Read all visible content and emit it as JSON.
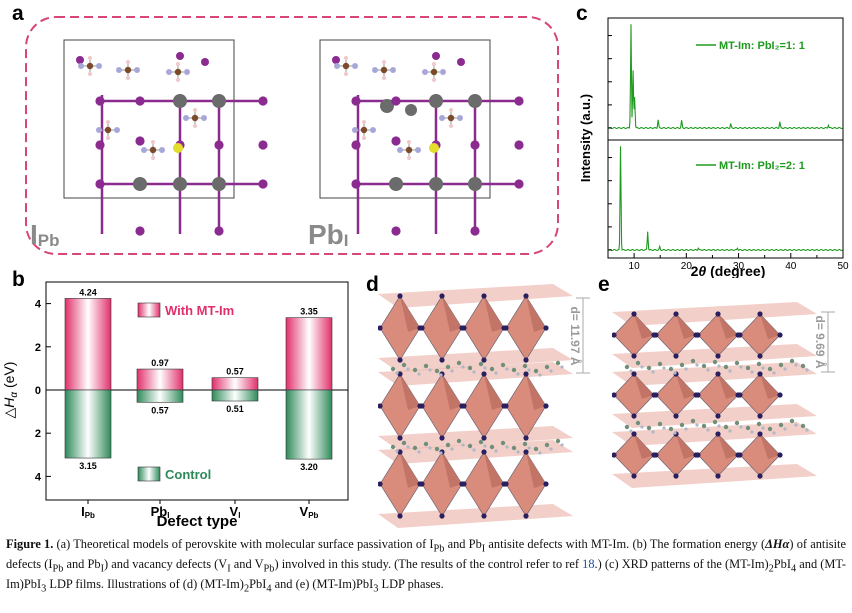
{
  "panel_labels": {
    "a": "a",
    "b": "b",
    "c": "c",
    "d": "d",
    "e": "e"
  },
  "panel_a": {
    "left_label_main": "I",
    "left_label_sub": "Pb",
    "right_label_main": "Pb",
    "right_label_sub": "I",
    "colors": {
      "border": "#d6467a",
      "pb": "#6b6b6b",
      "iodine": "#8b2a8f",
      "sulfur": "#e3de2a",
      "carbon": "#7a4a2a",
      "nitrogen": "#a7a8d8",
      "hydrogen": "#f0c8c8"
    }
  },
  "panel_b": {
    "ylabel_prefix": "△",
    "ylabel_var": "H",
    "ylabel_sub": "α",
    "ylabel_unit": " (eV)",
    "xlabel": "Defect type",
    "legend_with": "With MT-Im",
    "legend_control": "Control",
    "chart_data": {
      "type": "bar",
      "categories": [
        {
          "main": "I",
          "sub": "Pb"
        },
        {
          "main": "Pb",
          "sub": "I"
        },
        {
          "main": "V",
          "sub": "I"
        },
        {
          "main": "V",
          "sub": "Pb"
        }
      ],
      "series": [
        {
          "name": "With MT-Im",
          "values": [
            4.24,
            0.97,
            0.57,
            3.35
          ],
          "labels": [
            "4.24",
            "0.97",
            "0.57",
            "3.35"
          ],
          "color": "#e0306a"
        },
        {
          "name": "Control",
          "values": [
            3.15,
            0.57,
            0.51,
            3.2
          ],
          "labels": [
            "3.15",
            "0.57",
            "0.51",
            "3.20"
          ],
          "color": "#2f8a5a"
        }
      ],
      "yticks_up": [
        "4",
        "2",
        "0"
      ],
      "yticks_down": [
        "2",
        "4"
      ],
      "ylim_up": [
        0,
        5
      ],
      "ylim_down": [
        0,
        5
      ]
    }
  },
  "panel_c": {
    "ylabel": "Intensity (a.u.)",
    "xlabel_prefix": "2",
    "xlabel_var": "θ",
    "xlabel_unit": " (degree)",
    "chart_data": [
      {
        "type": "line",
        "name": "MT-Im: PbI₂=1: 1",
        "color": "#1f9a1f",
        "peaks": [
          {
            "x": 9.4,
            "y": 1.0
          },
          {
            "x": 9.8,
            "y": 0.55
          },
          {
            "x": 10.1,
            "y": 0.3
          },
          {
            "x": 14.6,
            "y": 0.08
          },
          {
            "x": 19.1,
            "y": 0.07
          },
          {
            "x": 28.5,
            "y": 0.04
          },
          {
            "x": 37.9,
            "y": 0.06
          },
          {
            "x": 47.2,
            "y": 0.03
          }
        ],
        "xlim": [
          5,
          50
        ]
      },
      {
        "type": "line",
        "name": "MT-Im: PbI₂=2: 1",
        "color": "#1f9a1f",
        "peaks": [
          {
            "x": 7.4,
            "y": 1.0
          },
          {
            "x": 12.6,
            "y": 0.18
          },
          {
            "x": 14.9,
            "y": 0.03
          },
          {
            "x": 22.3,
            "y": 0.02
          },
          {
            "x": 29.8,
            "y": 0.02
          }
        ],
        "xlim": [
          5,
          50
        ]
      }
    ],
    "xticks": [
      "10",
      "20",
      "30",
      "40",
      "50"
    ]
  },
  "panel_d": {
    "spacing_label": "d= 11.97 Å"
  },
  "panel_e": {
    "spacing_label": "d= 9.69 Å"
  },
  "caption": {
    "figure_label": "Figure 1.",
    "parts": [
      "(a) Theoretical models of perovskite with molecular surface passivation of I",
      "Pb",
      " and Pb",
      "I",
      " antisite defects with MT-Im. (b) The formation energy (",
      "ΔHα",
      ") of antisite defects (I",
      "Pb",
      " and Pb",
      "I",
      ") and vacancy defects (V",
      "I",
      " and V",
      "Pb",
      ") involved in this study. (The results of the control refer to ref ",
      "18",
      ".) (c) XRD patterns of the (MT-Im)",
      "2",
      "PbI",
      "4",
      " and (MT-Im)PbI",
      "3",
      " LDP films. Illustrations of (d) (MT-Im)",
      "2",
      "PbI",
      "4",
      " and (e) (MT-Im)PbI",
      "3",
      " LDP phases."
    ]
  }
}
